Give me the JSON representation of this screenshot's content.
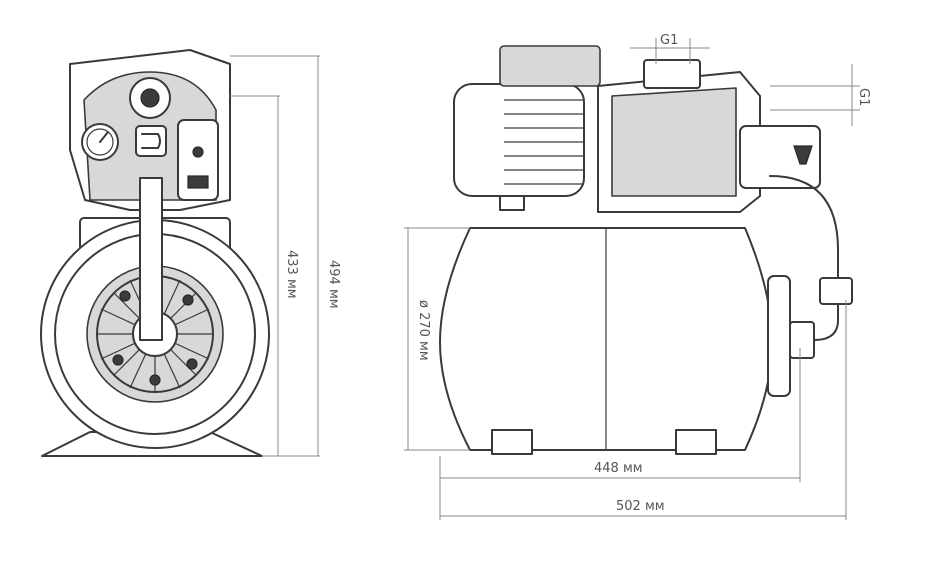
{
  "drawing": {
    "title": "",
    "views": [
      "front-view",
      "side-view"
    ]
  },
  "dimensions": {
    "overall_height": "494 мм",
    "body_height": "433 мм",
    "tank_diameter": "ø 270 мм",
    "tank_length": "448 мм",
    "overall_length": "502 мм",
    "outlet_thread": "G1",
    "inlet_thread": "G1"
  },
  "colors": {
    "line": "#3a3a3a",
    "dimension": "#8a8a8a",
    "background": "#ffffff"
  }
}
